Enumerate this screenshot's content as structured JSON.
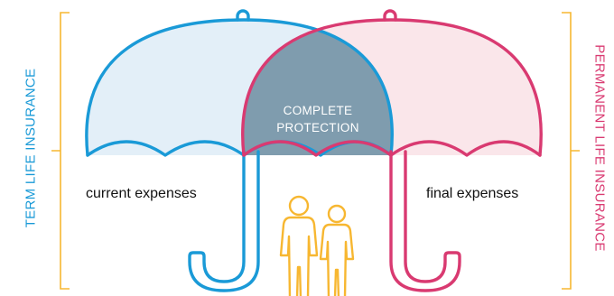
{
  "labels": {
    "left_side": "TERM LIFE INSURANCE",
    "right_side": "PERMANENT LIFE INSURANCE",
    "left_expense": "current expenses",
    "right_expense": "final expenses",
    "center_line1": "COMPLETE",
    "center_line2": "PROTECTION"
  },
  "colors": {
    "blue": "#1a9ad7",
    "blue_fill": "#e3eff8",
    "pink": "#d93a71",
    "pink_fill": "#fae6ea",
    "overlap_fill": "#7f9cae",
    "bracket": "#f7b731",
    "people": "#f7b731"
  },
  "icons": {
    "left_umbrella": "umbrella-icon",
    "right_umbrella": "umbrella-icon",
    "people": "two-people-icon"
  }
}
